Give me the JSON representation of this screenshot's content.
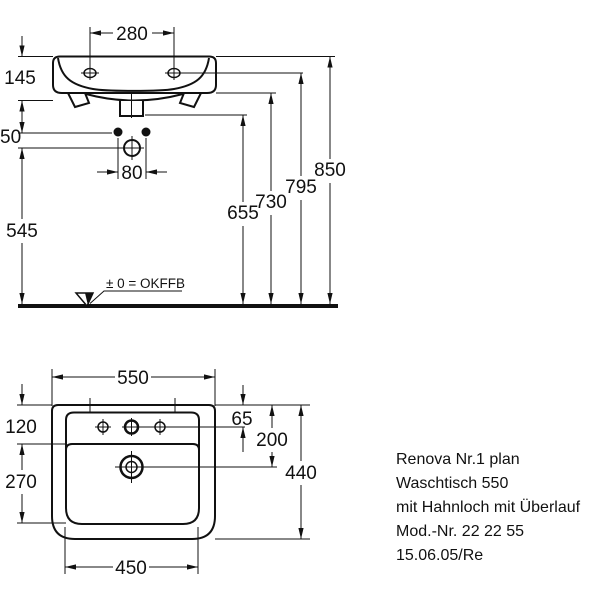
{
  "elevation": {
    "dims": {
      "hole_spacing": "280",
      "height_145": "145",
      "height_50": "50",
      "width_80": "80",
      "height_545": "545",
      "height_655": "655",
      "height_730": "730",
      "height_795": "795",
      "height_850": "850"
    },
    "datum_label": "± 0 = OKFFB"
  },
  "plan": {
    "dims": {
      "width_550": "550",
      "depth_120": "120",
      "depth_270": "270",
      "width_450": "450",
      "depth_65": "65",
      "depth_200": "200",
      "depth_440": "440"
    }
  },
  "product_info": {
    "line_1": "Renova Nr.1 plan",
    "line_2": "Waschtisch 550",
    "line_3": "mit Hahnloch mit Überlauf",
    "line_4": "Mod.-Nr. 22 22 55",
    "line_5": "15.06.05/Re"
  },
  "colors": {
    "line_color": "#111111",
    "background": "#ffffff"
  }
}
